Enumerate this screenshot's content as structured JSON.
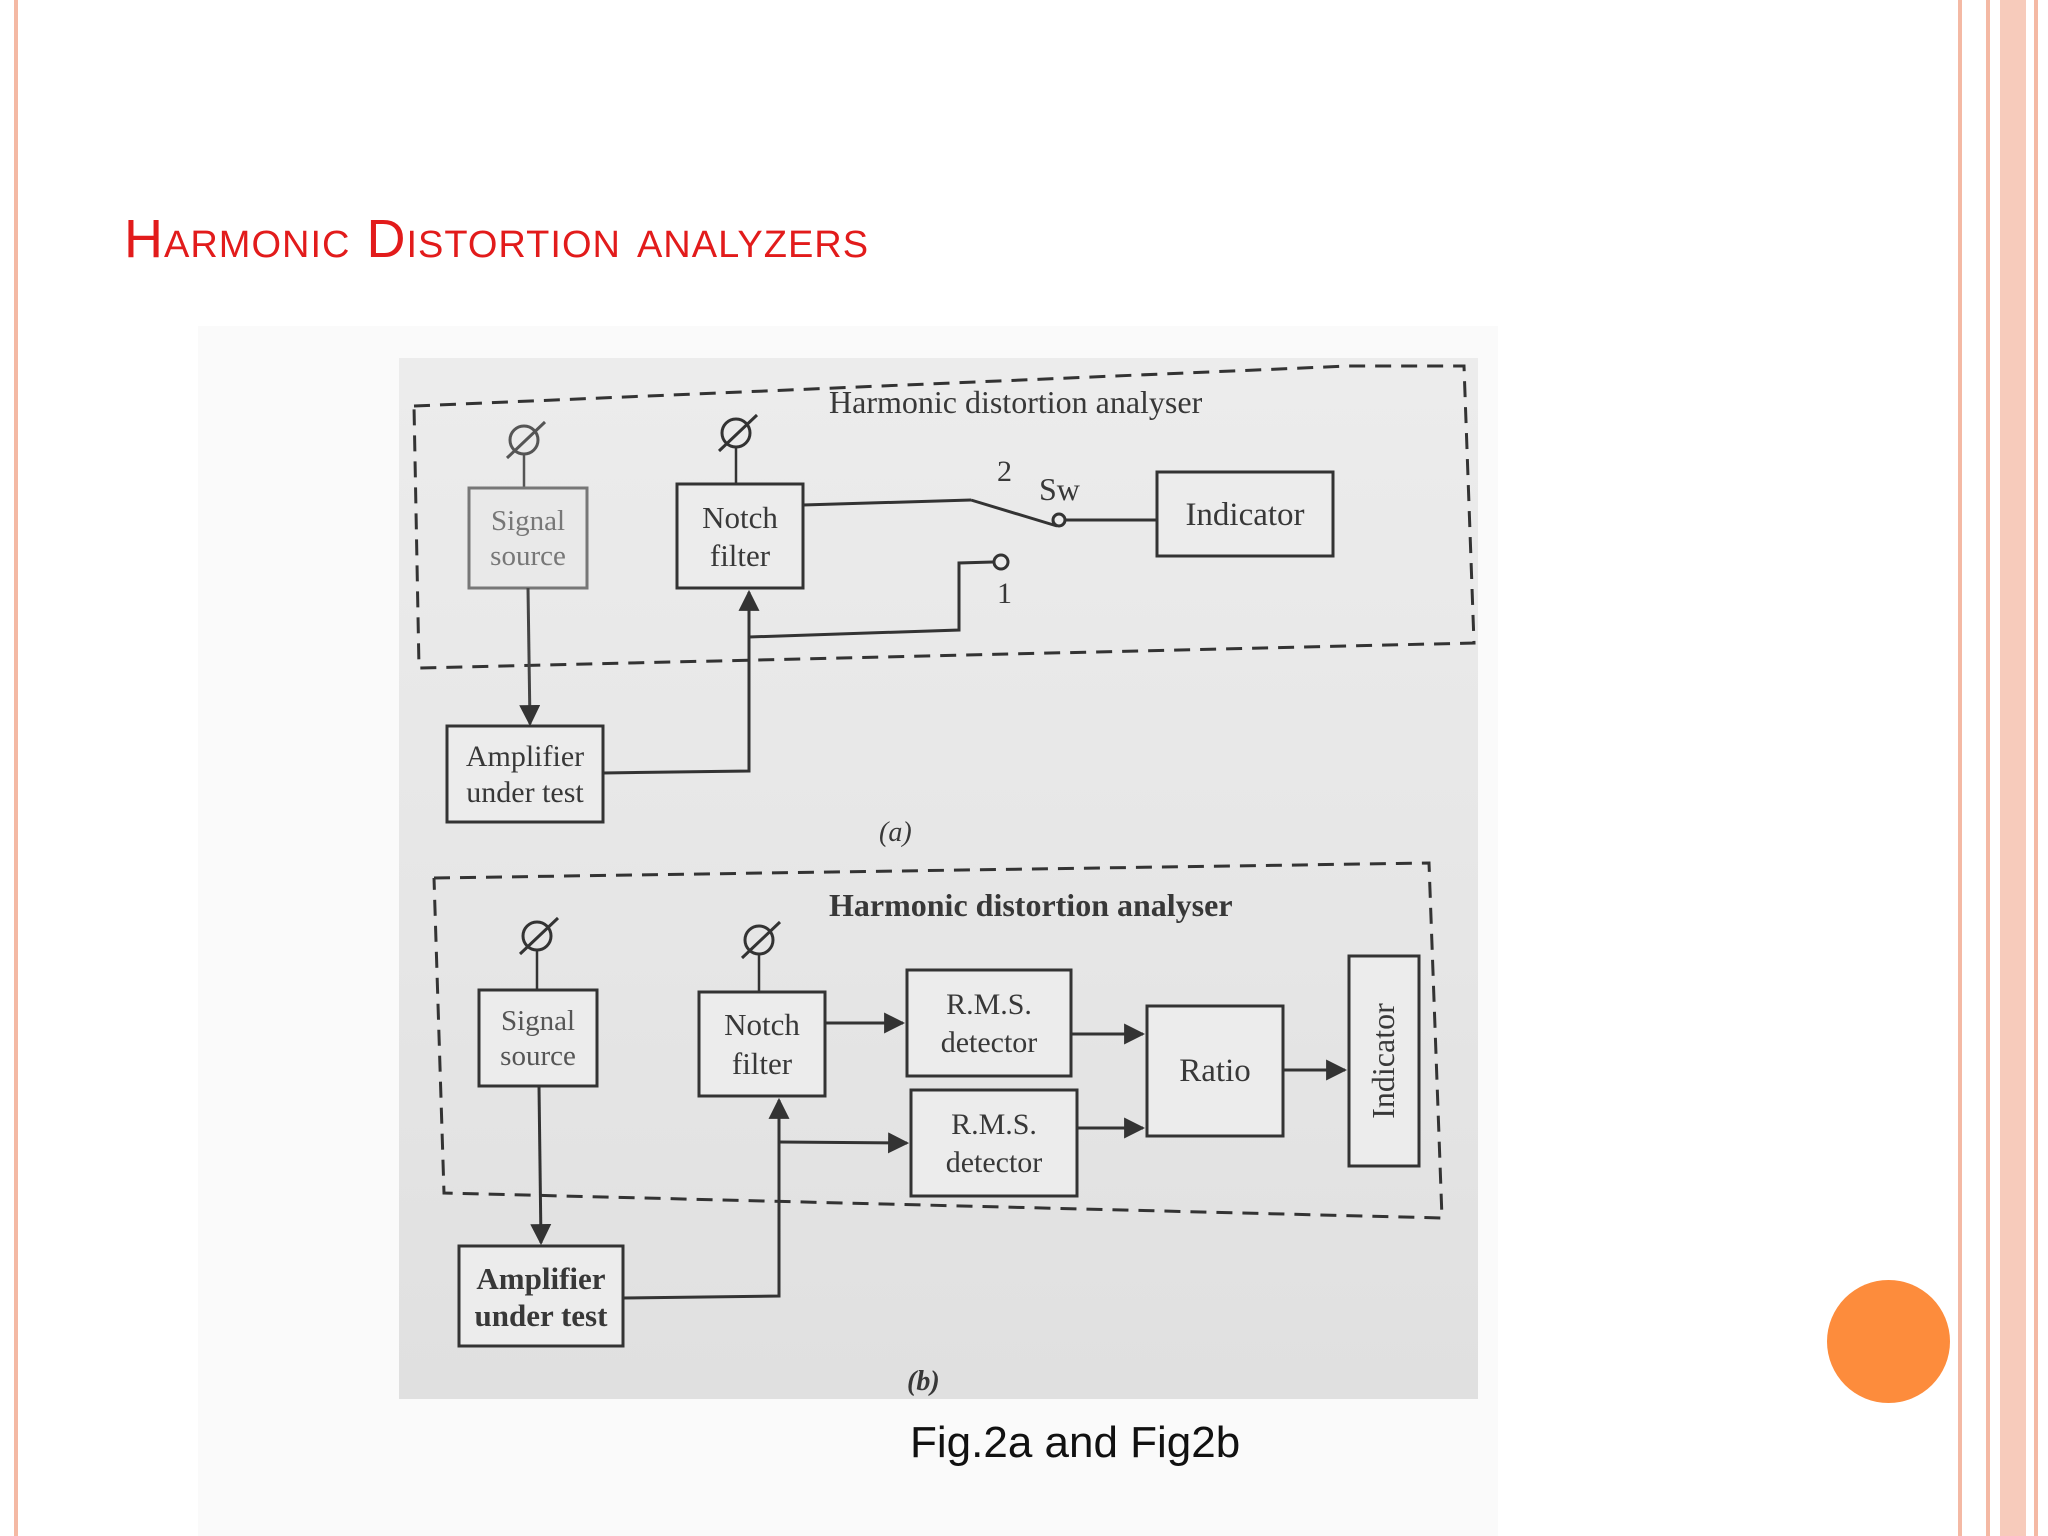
{
  "slide": {
    "title": "Harmonic Distortion analyzers",
    "caption": "Fig.2a and Fig2b"
  },
  "figure_a": {
    "frame_label": "Harmonic distortion analyser",
    "signal_source": [
      "Signal",
      "source"
    ],
    "notch_filter": [
      "Notch",
      "filter"
    ],
    "amplifier": [
      "Amplifier",
      "under test"
    ],
    "switch_label": "Sw",
    "switch_pos_2": "2",
    "switch_pos_1": "1",
    "indicator": "Indicator",
    "sublabel": "(a)"
  },
  "figure_b": {
    "frame_label": "Harmonic distortion analyser",
    "signal_source": [
      "Signal",
      "source"
    ],
    "notch_filter": [
      "Notch",
      "filter"
    ],
    "amplifier": [
      "Amplifier",
      "under test"
    ],
    "rms_top": [
      "R.M.S.",
      "detector"
    ],
    "rms_bottom": [
      "R.M.S.",
      "detector"
    ],
    "ratio": "Ratio",
    "indicator": "Indicator",
    "sublabel": "(b)"
  },
  "colors": {
    "title": "#e21b1b",
    "frame_border": "#f4b9a4",
    "accent_circle": "#fd8c3c"
  }
}
